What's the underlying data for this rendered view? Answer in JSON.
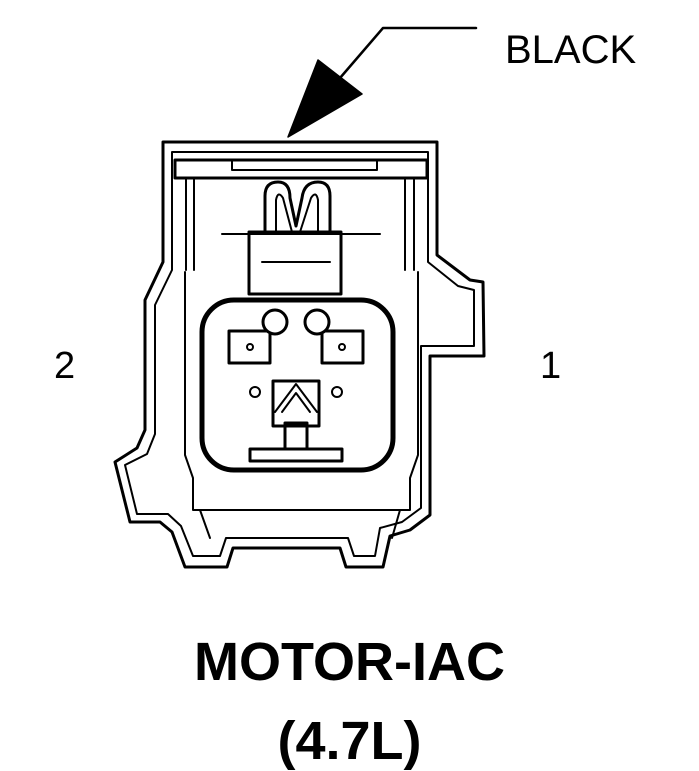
{
  "callout": {
    "color_label": "BLACK"
  },
  "pins": {
    "left_label": "2",
    "right_label": "1"
  },
  "caption": {
    "name": "MOTOR-IAC",
    "engine": "(4.7L)"
  },
  "colors": {
    "ink": "#000000",
    "paper": "#ffffff"
  }
}
